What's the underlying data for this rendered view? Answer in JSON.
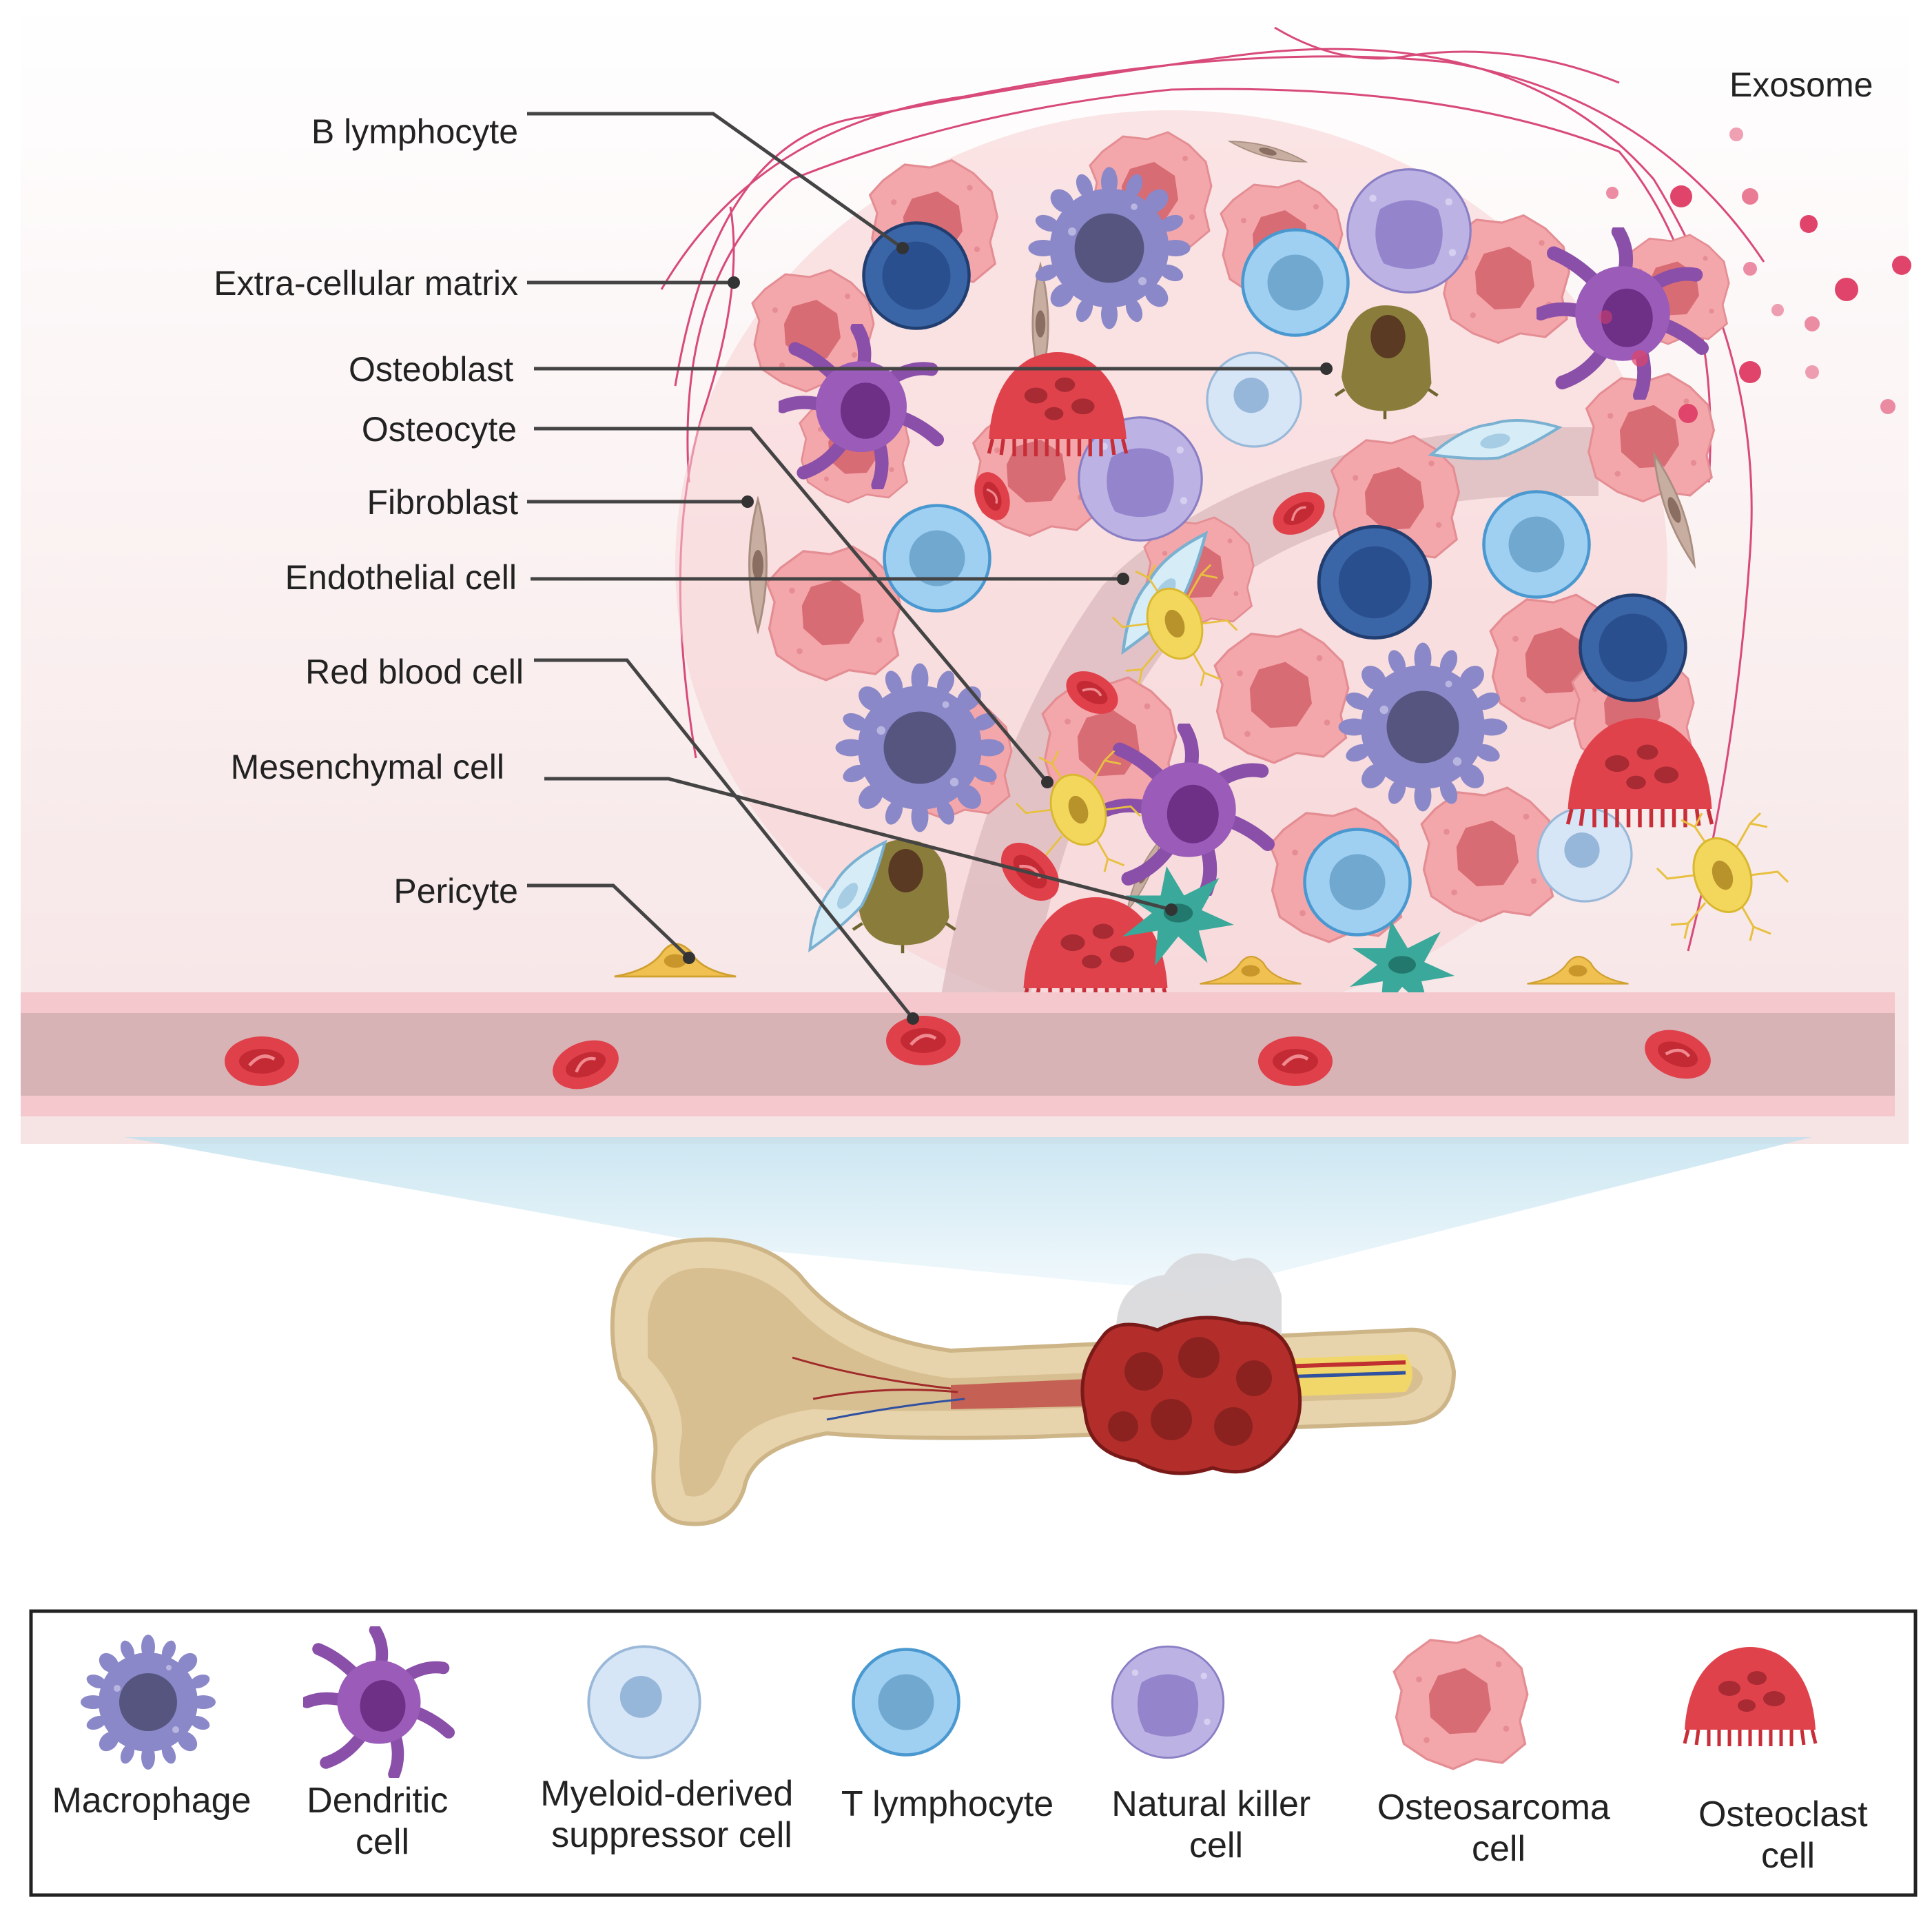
{
  "labels": {
    "b_lymphocyte": "B lymphocyte",
    "extracellular_matrix": "Extra-cellular matrix",
    "osteoblast": "Osteoblast",
    "osteocyte": "Osteocyte",
    "fibroblast": "Fibroblast",
    "endothelial_cell": "Endothelial cell",
    "red_blood_cell": "Red blood cell",
    "mesenchymal_cell": "Mesenchymal cell",
    "pericyte": "Pericyte",
    "exosome": "Exosome"
  },
  "legend": {
    "macrophage": [
      "Macrophage"
    ],
    "dendritic": [
      "Dendritic",
      "cell"
    ],
    "mdsc": [
      "Myeloid-derived",
      "suppressor cell"
    ],
    "t_lymphocyte": [
      "T lymphocyte"
    ],
    "nk": [
      "Natural killer",
      "cell"
    ],
    "osteosarcoma": [
      "Osteosarcoma",
      "cell"
    ],
    "osteoclast": [
      "Osteoclast",
      "cell"
    ]
  },
  "colors": {
    "macrophage": "#7b78b8",
    "dendritic": "#8a4fa8",
    "mdsc": "#c8ddf2",
    "t_lymphocyte": "#8fc8ee",
    "nk": "#a89ad6",
    "osteosarcoma": "#f2a3a8",
    "osteoclast": "#e0424c",
    "b_lymphocyte": "#3a66a8",
    "osteoblast": "#8a7d3c",
    "red_blood_cell": "#e0404a",
    "fibroblast": "#c8aea0",
    "pericyte": "#f0c050",
    "mesenchymal": "#3aa89a",
    "osteocyte": "#f0d050",
    "endothelial": "#cfe6f3",
    "vessel": "#d9b3b6",
    "bone": "#e8d4ac"
  }
}
